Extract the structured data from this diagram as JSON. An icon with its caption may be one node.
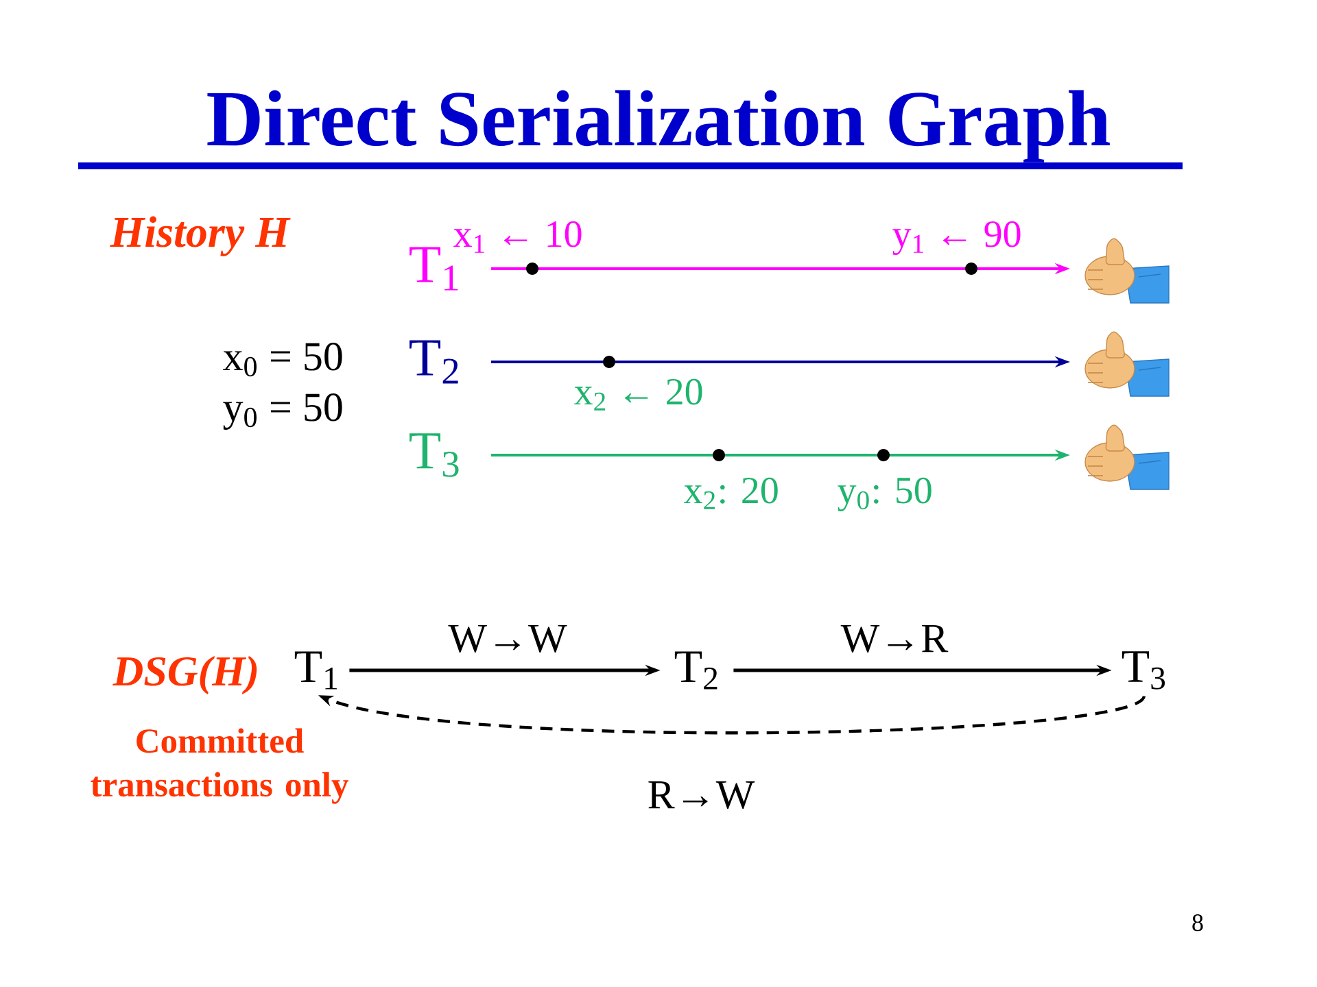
{
  "diagram": {
    "title": "Direct Serialization Graph",
    "nodes": [
      {
        "text": [
          "T$_{1}$"
        ]
      },
      {
        "text": [],
        "shape": "picture"
      },
      {
        "text": [
          "T$_{2}$"
        ]
      },
      {
        "text": [],
        "shape": "picture"
      },
      {
        "text": [
          "T$_{3}$"
        ]
      },
      {
        "text": [],
        "shape": "picture"
      },
      {
        "text": [
          "T$_{1}$"
        ]
      },
      {
        "text": [
          "T$_{2}$"
        ]
      },
      {
        "text": [
          "T$_{3}$"
        ]
      }
    ],
    "edges": [
      {
        "from": 0,
        "to": 1,
        "arrow": "to",
        "color": "#ff00ff"
      },
      {
        "from": 2,
        "to": 3,
        "arrow": "to",
        "color": "#000099"
      },
      {
        "from": 4,
        "to": 5,
        "arrow": "to",
        "color": "#1fb46e"
      },
      {
        "from": 6,
        "to": 7,
        "arrow": "to",
        "label": "W→W"
      },
      {
        "from": 7,
        "to": 8,
        "arrow": "to",
        "label": "W→R"
      },
      {
        "from": 8,
        "to": 6,
        "arrow": "to",
        "label": "R→W",
        "style": "dashed"
      }
    ],
    "labels": [
      "History H",
      "x$_{1}$ ← 10",
      "y$_{1}$ ← 90",
      "x$_{0}$ = 50",
      "y$_{0}$ = 50",
      "x$_{2}$ ← 20",
      "x$_{2}$: 20",
      "y$_{0}$: 50",
      "DSG(H)",
      "Committed transactions only",
      "8"
    ]
  }
}
